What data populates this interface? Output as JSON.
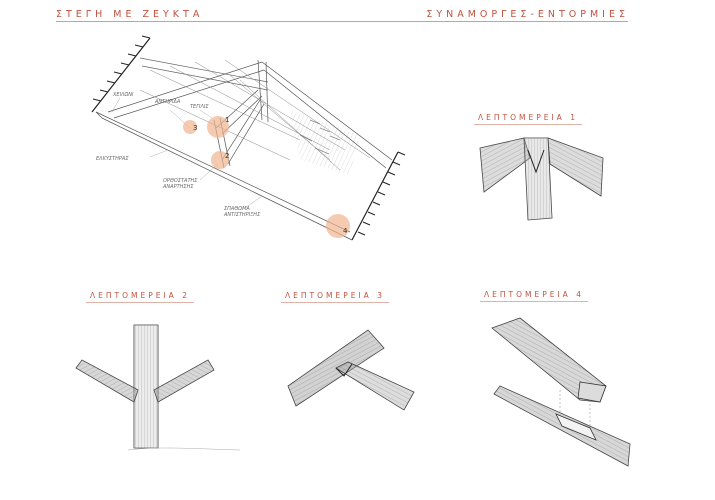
{
  "header": {
    "title_left": "ΣΤΕΓΗ ΜΕ ΖΕΥΚΤΑ",
    "title_right": "ΣΥΝΑΜΟΡΓΕΣ-ΕΝΤΟΡΜΙΕΣ"
  },
  "overview": {
    "labels": {
      "antirida": "ΑΝΤΗΡΙΔΑ",
      "tegilis": "ΤΕΓΙΛΙΣ",
      "xeilini": "ΧΕΙΛΩΝΙ",
      "elkystiras": "ΕΛΚΥΣΤΗΡΑΣ",
      "orthostatis_1": "ΟΡΘΟΣΤΑΤΗΣ",
      "orthostatis_2": "ΑΝΑΡΤΗΣΗΣ",
      "spathoma_1": "ΣΠΑΘΩΜΑ",
      "spathoma_2": "ΑΝΤΙΣΤΗΡΙΞΗΣ"
    },
    "markers": [
      "1",
      "2",
      "3",
      "4"
    ]
  },
  "details": [
    {
      "label": "ΛΕΠΤΟΜΕΡΕΙΑ 1"
    },
    {
      "label": "ΛΕΠΤΟΜΕΡΕΙΑ 2"
    },
    {
      "label": "ΛΕΠΤΟΜΕΡΕΙΑ 3"
    },
    {
      "label": "ΛΕΠΤΟΜΕΡΕΙΑ 4"
    }
  ],
  "colors": {
    "accent": "#c0523f",
    "highlight": "#f0b48e",
    "pencil": "#5a5a5a"
  }
}
